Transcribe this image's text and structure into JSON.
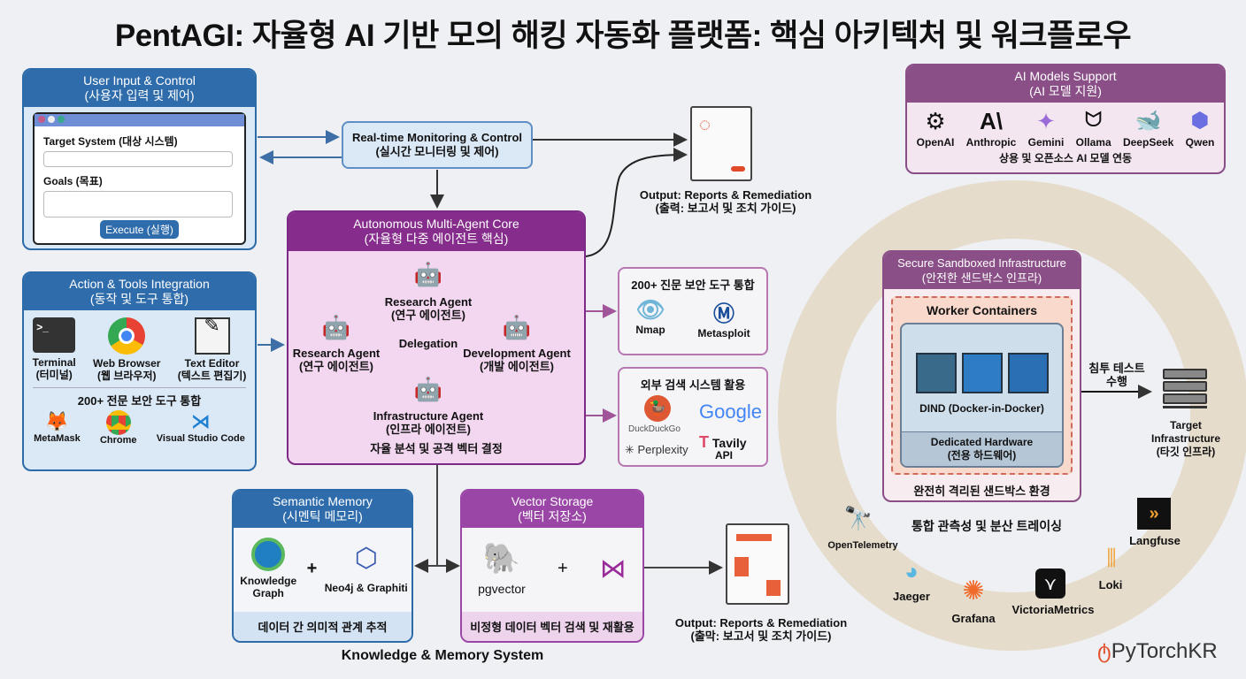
{
  "title": "PentAGI: 자율형 AI 기반 모의 해킹 자동화 플랫폼: 핵심 아키텍처 및 워크플로우",
  "user_input": {
    "title": "User Input & Control",
    "subtitle": "(사용자 입력 및 제어)",
    "target_label": "Target System (대상 시스템)",
    "target_value": "",
    "goals_label": "Goals (목표)",
    "goals_value": "",
    "execute": "Execute (실행)"
  },
  "monitoring": {
    "title": "Real-time Monitoring & Control",
    "subtitle": "(실시간 모니터링 및 제어)"
  },
  "output_top": {
    "title": "Output: Reports & Remediation",
    "subtitle": "(출력: 보고서 및 조치 가이드)"
  },
  "output_bottom": {
    "title": "Output: Reports & Remediation",
    "subtitle": "(출막: 보고서 및 조치 가이드)"
  },
  "ai_models": {
    "title": "AI Models Support",
    "subtitle": "(AI 모델 지원)",
    "models": [
      {
        "name": "OpenAI",
        "icon": "openai-icon"
      },
      {
        "name": "Anthropic",
        "icon": "anthropic-icon"
      },
      {
        "name": "Gemini",
        "icon": "gemini-icon"
      },
      {
        "name": "Ollama",
        "icon": "ollama-icon"
      },
      {
        "name": "DeepSeek",
        "icon": "deepseek-icon"
      },
      {
        "name": "Qwen",
        "icon": "qwen-icon"
      }
    ],
    "footer": "상용 및 오픈소스 AI 모델 연동"
  },
  "core": {
    "title": "Autonomous Multi-Agent Core",
    "subtitle": "(자율형 다중 에이전트 핵심)",
    "agents": [
      {
        "name": "Research Agent",
        "ko": "(연구 에이전트)"
      },
      {
        "name": "Research Agent",
        "ko": "(연구 에이전트)"
      },
      {
        "name": "Development Agent",
        "ko": "(개발 에이전트)"
      },
      {
        "name": "Infrastructure Agent",
        "ko": "(인프라 에이전트)"
      }
    ],
    "delegation": "Delegation",
    "footer": "자율 분석 및 공격 벡터 결정",
    "accent": "#862c8c"
  },
  "action_tools": {
    "title": "Action & Tools Integration",
    "subtitle": "(동작 및 도구 통합)",
    "tools": [
      {
        "name": "Terminal",
        "ko": "(터미널)"
      },
      {
        "name": "Web Browser",
        "ko": "(웹 브라우저)"
      },
      {
        "name": "Text Editor",
        "ko": "(텍스트 편집기)"
      }
    ],
    "section": "200+ 전문 보안 도구 통합",
    "extra": [
      "MetaMask",
      "Chrome",
      "Visual Studio Code"
    ]
  },
  "security_tools": {
    "title": "200+ 진문 보안 도구 통합",
    "tools": [
      "Nmap",
      "Metasploit"
    ]
  },
  "search": {
    "title": "외부 검색 시스템 활용",
    "items": [
      "DuckDuckGo",
      "Google",
      "Perplexity",
      "Tavily",
      "API"
    ]
  },
  "semantic": {
    "title": "Semantic Memory",
    "subtitle": "(시멘틱 메모리)",
    "left": "Knowledge Graph",
    "right": "Neo4j & Graphiti",
    "footer": "데이터 간 의미적 관계 추적"
  },
  "vector": {
    "title": "Vector Storage",
    "subtitle": "(벡터 저장소)",
    "left": "pgvector",
    "footer": "비정형 데이터 벡터 검색 및 재활용"
  },
  "memory_label": "Knowledge & Memory System",
  "sandbox": {
    "title": "Secure Sandboxed Infrastructure",
    "subtitle": "(안전한 샌드박스 인프라)",
    "worker": "Worker Containers",
    "dind": "DIND (Docker-in-Docker)",
    "hw": "Dedicated Hardware",
    "hw_ko": "(전용 하드웨어)",
    "footer": "완전히 격리된 샌드박스 환경"
  },
  "pentest": {
    "line1": "침투 테스트",
    "line2": "수행"
  },
  "target": {
    "l1": "Target",
    "l2": "Infrastructure",
    "l3": "(타깃 인프라)"
  },
  "observability": {
    "title": "통합 관측성 및 분산 트레이싱",
    "tools": [
      "OpenTelemetry",
      "Jaeger",
      "Grafana",
      "VictoriaMetrics",
      "Loki",
      "Langfuse"
    ]
  },
  "brand": "PyTorchKR",
  "colors": {
    "blue": "#2f6cac",
    "purple": "#862c8c",
    "plum": "#8a4f87",
    "ring": "#e6dccb",
    "pink_robot": "#d9608f"
  }
}
